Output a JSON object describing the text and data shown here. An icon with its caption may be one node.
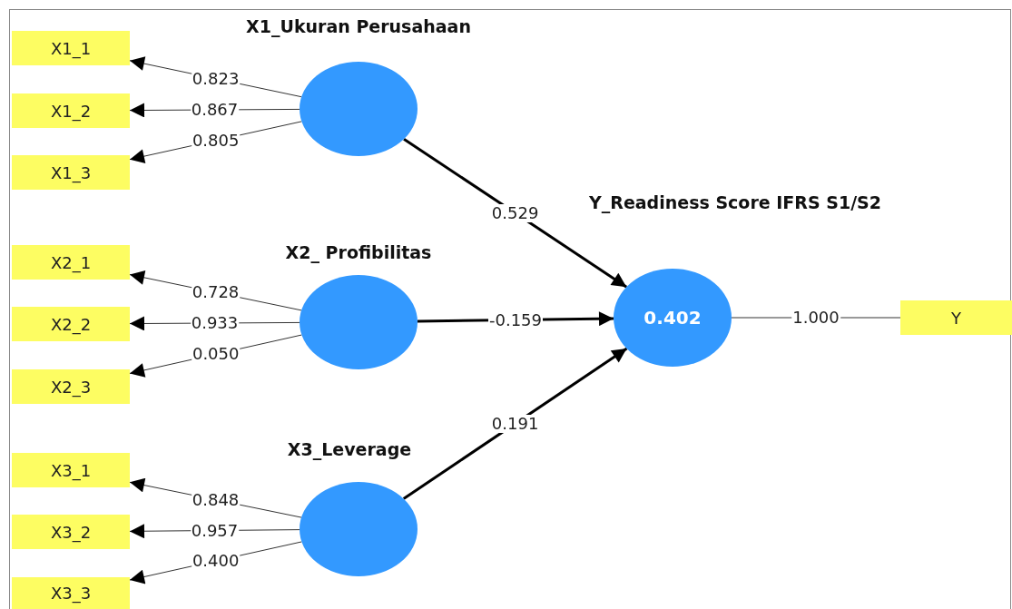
{
  "diagram": {
    "nodes": [
      {
        "text": [
          "X1_Ukuran Perusahaan"
        ]
      },
      {
        "text": [
          "X1_1"
        ]
      },
      {
        "text": [
          "X1_2"
        ]
      },
      {
        "text": [
          "X1_3"
        ]
      },
      {
        "text": [
          "X2_ Profibilitas"
        ]
      },
      {
        "text": [
          "X2_1"
        ]
      },
      {
        "text": [
          "X2_2"
        ]
      },
      {
        "text": [
          "X2_3"
        ]
      },
      {
        "text": [
          "X3_Leverage"
        ]
      },
      {
        "text": [
          "X3_1"
        ]
      },
      {
        "text": [
          "X3_2"
        ]
      },
      {
        "text": [
          "X3_3"
        ]
      },
      {
        "text": [
          "Y_Readiness Score IFRS S1/S2",
          "0.402"
        ]
      },
      {
        "text": [
          "Y"
        ]
      }
    ],
    "edges": [
      {
        "from": 0,
        "to": 1,
        "arrow": "to",
        "label": "0.823"
      },
      {
        "from": 0,
        "to": 2,
        "arrow": "to",
        "label": "0.867"
      },
      {
        "from": 0,
        "to": 3,
        "arrow": "to",
        "label": "0.805"
      },
      {
        "from": 4,
        "to": 5,
        "arrow": "to",
        "label": "0.728"
      },
      {
        "from": 4,
        "to": 6,
        "arrow": "to",
        "label": "0.933"
      },
      {
        "from": 4,
        "to": 7,
        "arrow": "to",
        "label": "0.050"
      },
      {
        "from": 8,
        "to": 9,
        "arrow": "to",
        "label": "0.848"
      },
      {
        "from": 8,
        "to": 10,
        "arrow": "to",
        "label": "0.957"
      },
      {
        "from": 8,
        "to": 11,
        "arrow": "to",
        "label": "0.400"
      },
      {
        "from": 0,
        "to": 12,
        "arrow": "to",
        "label": "0.529",
        "style": "thick"
      },
      {
        "from": 4,
        "to": 12,
        "arrow": "to",
        "label": "-0.159",
        "style": "thick"
      },
      {
        "from": 8,
        "to": 12,
        "arrow": "to",
        "label": "0.191",
        "style": "thick"
      },
      {
        "from": 12,
        "to": 13,
        "arrow": "none",
        "label": "1.000"
      }
    ]
  }
}
